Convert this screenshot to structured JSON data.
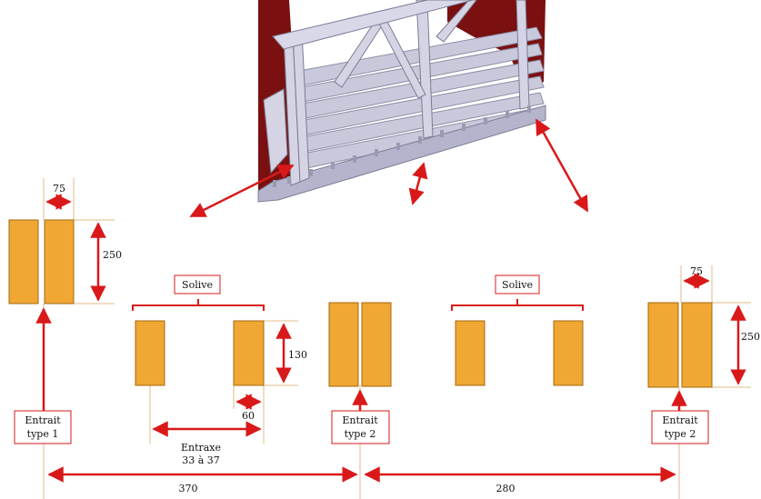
{
  "labels": {
    "entrait_1": [
      "Entrait",
      "type 1"
    ],
    "entrait_2a": [
      "Entrait",
      "type 2"
    ],
    "entrait_2b": [
      "Entrait",
      "type 2"
    ],
    "solive_1": "Solive",
    "solive_2": "Solive",
    "entraxe": [
      "Entraxe",
      "33 à 37"
    ]
  },
  "dimensions": {
    "width_left": "75",
    "height_left": "250",
    "height_joist": "130",
    "width_joist": "60",
    "width_right": "75",
    "height_right": "250",
    "span_1": "370",
    "span_2": "280"
  },
  "colors": {
    "timber": "#F0A733",
    "timber_edge": "#A56A10",
    "annotation": "#D91919",
    "guide": "#E2BE86",
    "frame_dark": "#7A1010",
    "frame_metal": "#C9C9DC"
  }
}
